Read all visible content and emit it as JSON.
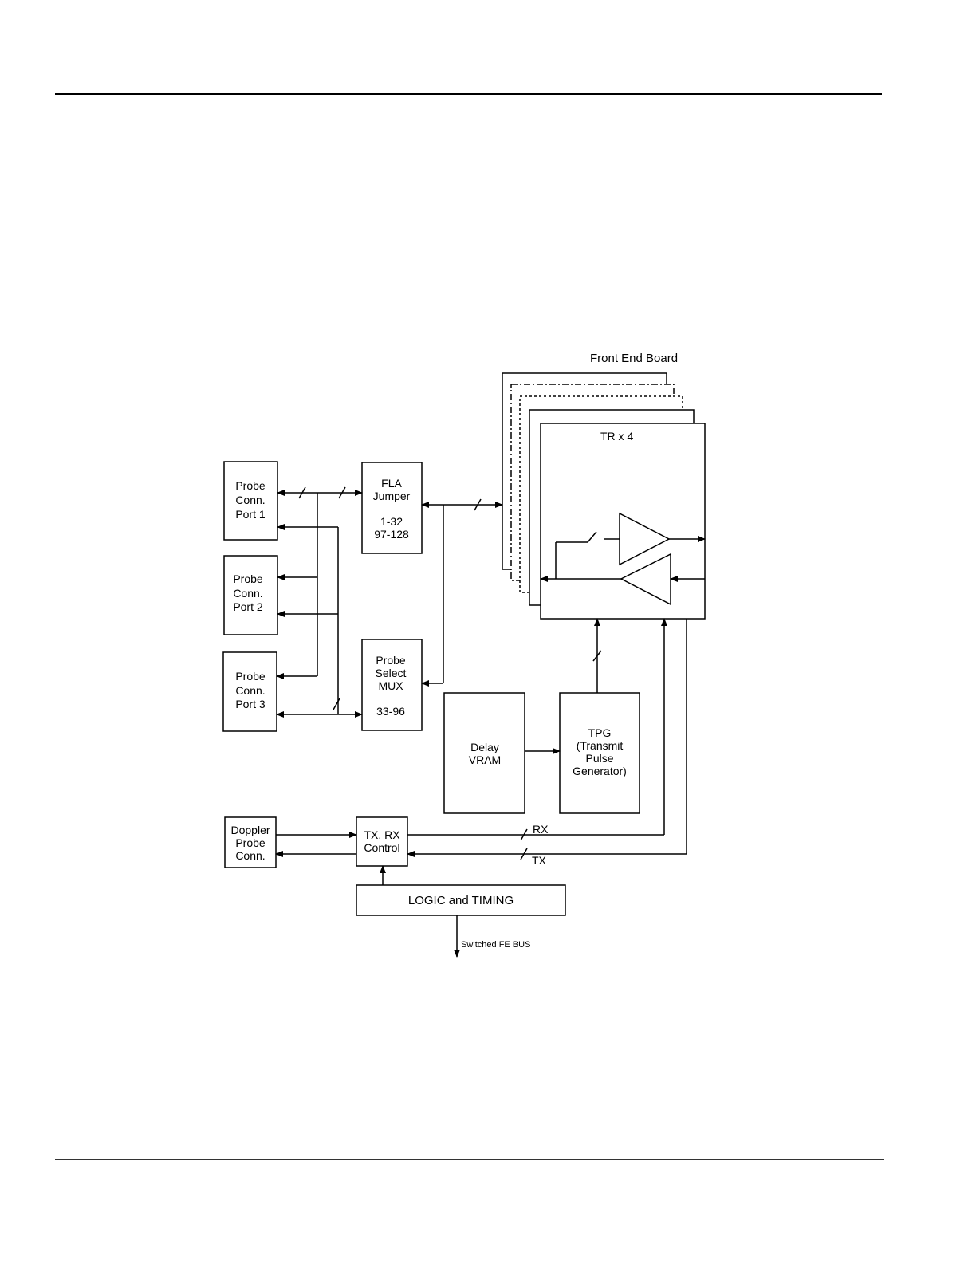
{
  "diagram": {
    "board_title": "Front End Board",
    "tr_label": "TR x 4",
    "probe_port_1": [
      "Probe",
      "Conn.",
      "Port 1"
    ],
    "probe_port_2": [
      "Probe",
      "Conn.",
      "Port 2"
    ],
    "probe_port_3": [
      "Probe",
      "Conn.",
      "Port 3"
    ],
    "fla_jumper": [
      "FLA",
      "Jumper",
      "1-32",
      "97-128"
    ],
    "probe_select_mux": [
      "Probe",
      "Select",
      "MUX",
      "33-96"
    ],
    "delay_vram": [
      "Delay",
      "VRAM"
    ],
    "tpg": [
      "TPG",
      "(Transmit",
      "Pulse",
      "Generator)"
    ],
    "doppler_probe": [
      "Doppler",
      "Probe",
      "Conn."
    ],
    "txrx_control": [
      "TX, RX",
      "Control"
    ],
    "logic_timing": "LOGIC and TIMING",
    "rx_label": "RX",
    "tx_label": "TX",
    "fe_bus_label": "Switched FE BUS"
  }
}
